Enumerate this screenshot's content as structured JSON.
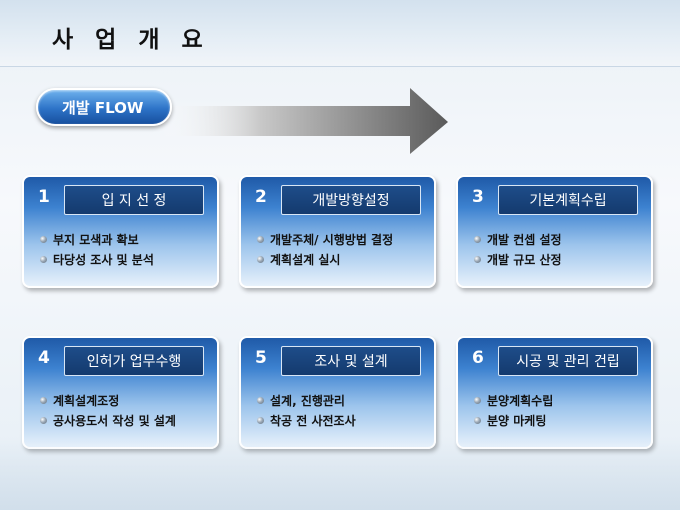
{
  "header": {
    "title": "사 업 개 요"
  },
  "flow": {
    "label": "개발 FLOW"
  },
  "cards": [
    {
      "num": "1",
      "title": "입 지 선 정",
      "items": [
        "부지 모색과 확보",
        "타당성 조사 및 분석"
      ]
    },
    {
      "num": "2",
      "title": "개발방향설정",
      "items": [
        "개발주체/ 시행방법 결정",
        "계획설계 실시"
      ]
    },
    {
      "num": "3",
      "title": "기본계획수립",
      "items": [
        "개발 컨셉 설정",
        "개발 규모 산정"
      ]
    },
    {
      "num": "4",
      "title": "인허가 업무수행",
      "items": [
        "계획설계조정",
        "공사용도서 작성 및 설계"
      ]
    },
    {
      "num": "5",
      "title": "조사 및 설계",
      "items": [
        "설계, 진행관리",
        "착공 전 사전조사"
      ]
    },
    {
      "num": "6",
      "title": "시공 및 관리 건립",
      "items": [
        "분양계획수립",
        "분양 마케팅"
      ]
    }
  ]
}
